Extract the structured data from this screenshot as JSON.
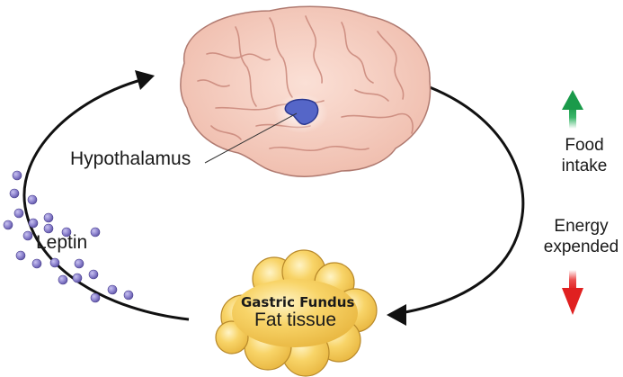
{
  "diagram": {
    "labels": {
      "hypothalamus": "Hypothalamus",
      "leptin": "Leptin",
      "gastric_fundus": "Gastric Fundus",
      "fat_tissue": "Fat tissue",
      "food_intake_line1": "Food",
      "food_intake_line2": "intake",
      "energy_line1": "Energy",
      "energy_line2": "expended"
    },
    "indicators": {
      "food_intake": {
        "direction": "up",
        "color": "#1a9a4a"
      },
      "energy_expended": {
        "direction": "down",
        "color": "#e02020"
      }
    },
    "colors": {
      "brain": "#f4c7b8",
      "brain_outline": "#b07a70",
      "hypothalamus": "#5566c8",
      "fat": "#f7cf5a",
      "leptin_dot": "#8a80cc",
      "arrow": "#111111"
    },
    "flow": [
      {
        "from": "fat-tissue",
        "to": "brain",
        "via": "Leptin"
      },
      {
        "from": "brain",
        "to": "fat-tissue"
      }
    ]
  }
}
